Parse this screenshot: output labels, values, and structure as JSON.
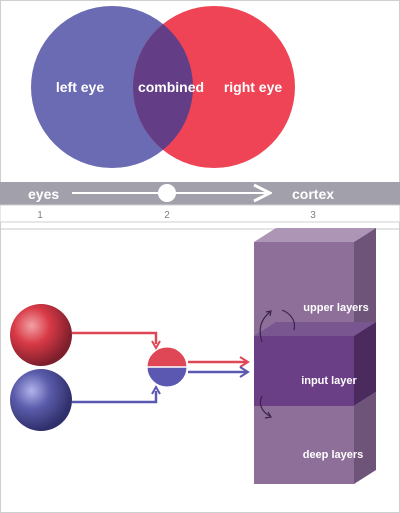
{
  "venn": {
    "left_label": "left eye",
    "center_label": "combined",
    "right_label": "right eye",
    "left_color": "#6a6bb3",
    "right_color": "#ee4455",
    "overlap_color": "#633d85"
  },
  "timeline": {
    "start_label": "eyes",
    "end_label": "cortex",
    "steps": [
      "1",
      "2",
      "3"
    ],
    "current_step": "2",
    "bar_color": "#a2a0ab"
  },
  "diagram": {
    "upper_layer_label": "upper layers",
    "input_layer_label": "input layer",
    "deep_layer_label": "deep layers",
    "left_ball_icon": "red-sphere-icon",
    "right_ball_icon": "blue-sphere-icon",
    "red_path_color": "#e04756",
    "blue_path_color": "#5a58b0",
    "block_color": "#8e6f9a",
    "input_layer_color": "#6b3f86"
  }
}
